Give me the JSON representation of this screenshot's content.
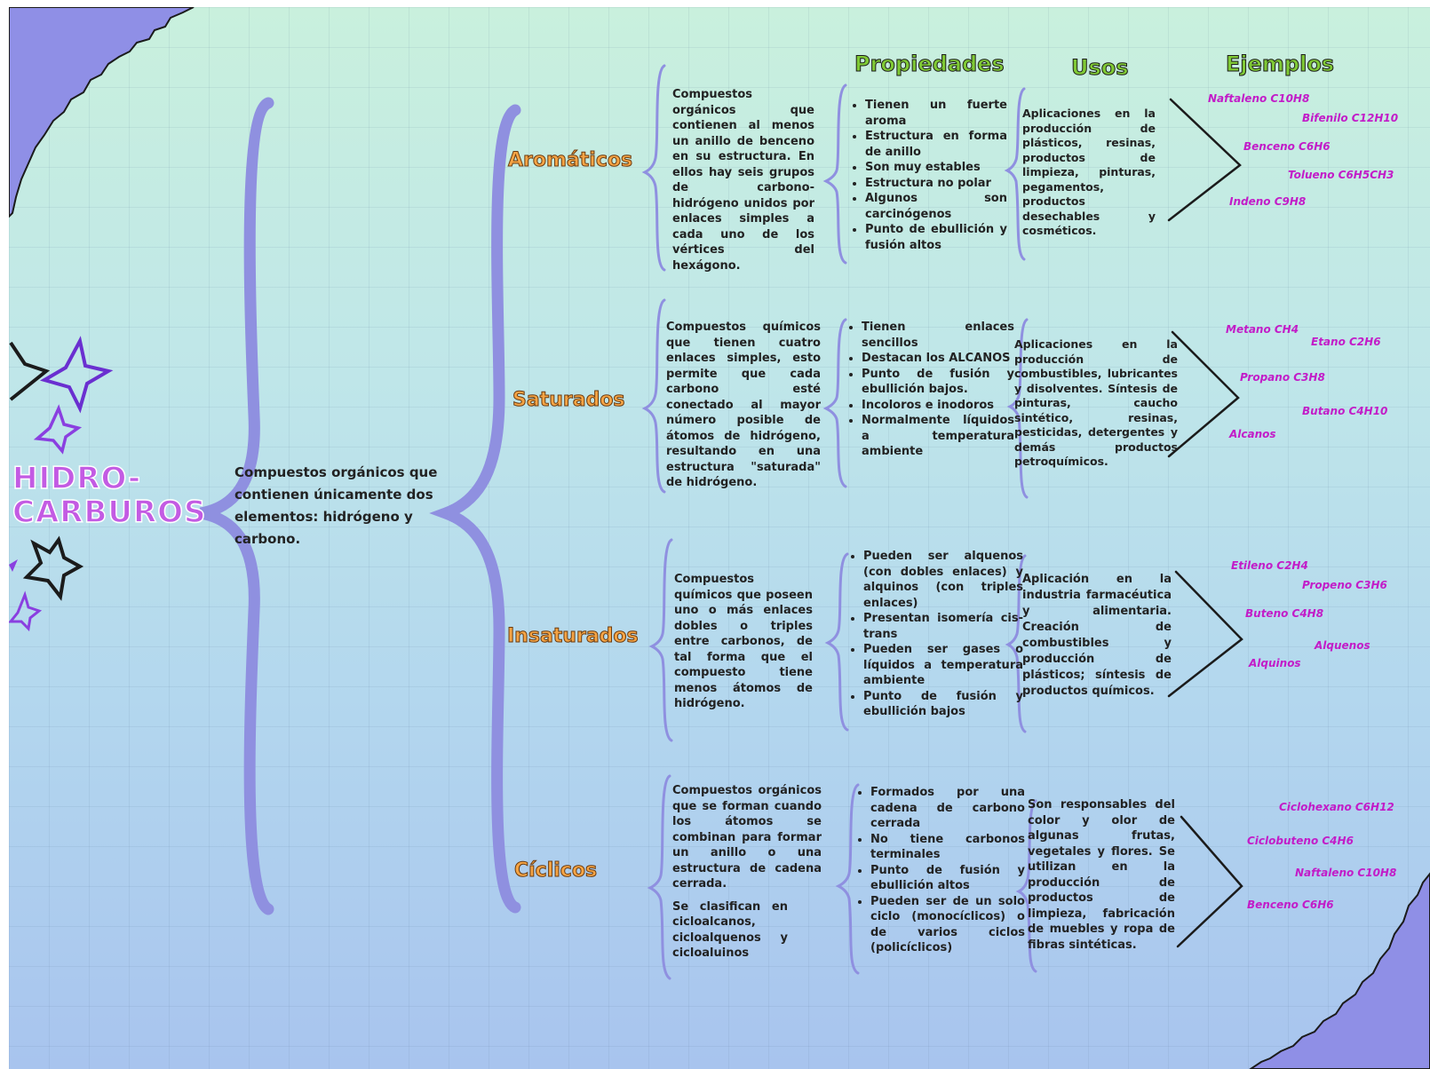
{
  "title_lines": [
    "HIDRO-",
    "CARBUROS"
  ],
  "main_definition": "Compuestos orgánicos que contienen únicamente dos elementos: hidrógeno y carbono.",
  "headers": {
    "propiedades": "Propiedades",
    "usos": "Usos",
    "ejemplos": "Ejemplos"
  },
  "colors": {
    "brace": "#8f90e0",
    "title": "#c35be3",
    "category": "#f5a445",
    "header": "#7fc935",
    "example": "#c21cc8",
    "corner": "#8f8fe6"
  },
  "icons": [
    "star-outline-icon",
    "star-purple-icon",
    "zigzag-border-icon"
  ],
  "categories": [
    {
      "name": "Aromáticos",
      "definition": [
        "Compuestos orgánicos que contienen al menos un anillo de benceno en su estructura. En ellos hay seis grupos de carbono-hidrógeno unidos por enlaces simples a cada uno de los vértices del hexágono."
      ],
      "properties": [
        "Tienen un fuerte aroma",
        "Estructura en forma de anillo",
        "Son muy estables",
        "Estructura no polar",
        "Algunos son carcinógenos",
        "Punto de ebullición y fusión altos"
      ],
      "uses": "Aplicaciones en la producción de plásticos, resinas, productos de limpieza, pinturas, pegamentos, productos desechables y cosméticos.",
      "examples": [
        "Naftaleno C10H8",
        "Bifenilo C12H10",
        "Benceno C6H6",
        "Tolueno C6H5CH3",
        "Indeno C9H8"
      ]
    },
    {
      "name": "Saturados",
      "definition": [
        "Compuestos químicos que tienen cuatro enlaces simples, esto permite que cada carbono esté conectado al mayor número posible de átomos de hidrógeno, resultando en una estructura \"saturada\" de hidrógeno."
      ],
      "properties": [
        "Tienen enlaces sencillos",
        "Destacan los ALCANOS",
        "Punto de fusión y ebullición bajos.",
        "Incoloros e inodoros",
        "Normalmente líquidos a temperatura ambiente"
      ],
      "uses": "Aplicaciones en la producción de combustibles, lubricantes y disolventes. Síntesis de pinturas, caucho sintético, resinas, pesticidas, detergentes y demás productos petroquímicos.",
      "examples": [
        "Metano CH4",
        "Etano C2H6",
        "Propano C3H8",
        "Butano C4H10",
        "Alcanos"
      ]
    },
    {
      "name": "Insaturados",
      "definition": [
        "Compuestos químicos que poseen uno o más enlaces dobles o triples entre carbonos, de tal forma que el compuesto tiene menos átomos de hidrógeno."
      ],
      "properties": [
        "Pueden ser alquenos (con dobles enlaces) y alquinos (con triples enlaces)",
        "Presentan isomería cis-trans",
        "Pueden ser gases o líquidos a temperatura ambiente",
        "Punto de fusión y ebullición bajos"
      ],
      "uses": "Aplicación en la industria farmacéutica y alimentaria. Creación de combustibles y producción de plásticos; síntesis de productos químicos.",
      "examples": [
        "Etileno C2H4",
        "Propeno C3H6",
        "Buteno C4H8",
        "Alquenos",
        "Alquinos"
      ]
    },
    {
      "name": "Cíclicos",
      "definition": [
        "Compuestos orgánicos que se forman cuando los átomos se combinan para formar un anillo o una estructura de cadena cerrada.",
        "Se clasifican en cicloalcanos, cicloalquenos y cicloaluinos"
      ],
      "properties": [
        "Formados por una cadena de carbono cerrada",
        "No tiene carbonos terminales",
        "Punto de fusión y ebullición altos",
        "Pueden ser de un solo ciclo (monocíclicos) o de varios ciclos (policíclicos)"
      ],
      "uses": "Son responsables del color y olor de algunas frutas, vegetales y flores. Se utilizan en la producción de productos de limpieza, fabricación de muebles y ropa de fibras sintéticas.",
      "examples": [
        "Ciclohexano C6H12",
        "Ciclobuteno C4H6",
        "Naftaleno C10H8",
        "Benceno C6H6"
      ]
    }
  ]
}
